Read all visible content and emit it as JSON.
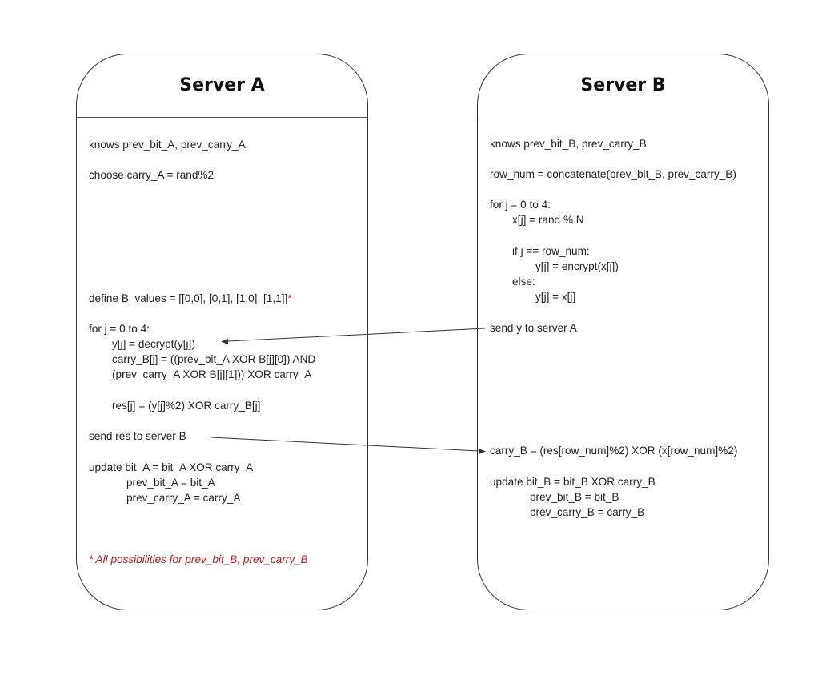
{
  "server_a": {
    "title": "Server A",
    "lines": [
      "knows prev_bit_A, prev_carry_A",
      "choose carry_A = rand%2",
      "define B_values = [[0,0], [0,1], [1,0], [1,1]]",
      "for j = 0 to 4:",
      "y[j] = decrypt(y[j])",
      "carry_B[j] = ((prev_bit_A XOR B[j][0]) AND",
      "(prev_carry_A XOR B[j][1])) XOR carry_A",
      "res[j] = (y[j]%2) XOR carry_B[j]",
      "send res to server B",
      "update bit_A = bit_A XOR carry_A",
      "prev_bit_A = bit_A",
      "prev_carry_A = carry_A"
    ],
    "asterisk": "*",
    "footnote": "* All possibilities for prev_bit_B, prev_carry_B"
  },
  "server_b": {
    "title": "Server B",
    "lines": [
      "knows prev_bit_B, prev_carry_B",
      "row_num = concatenate(prev_bit_B, prev_carry_B)",
      "for j = 0 to 4:",
      "x[j] = rand % N",
      "if j == row_num:",
      "y[j] = encrypt(x[j])",
      "else:",
      "y[j] = x[j]",
      "send y to server A",
      "carry_B = (res[row_num]%2) XOR (x[row_num]%2)",
      "update bit_B = bit_B XOR carry_B",
      "prev_bit_B = bit_B",
      "prev_carry_B = carry_B"
    ]
  },
  "colors": {
    "note": "#b02020",
    "border": "#333333"
  }
}
